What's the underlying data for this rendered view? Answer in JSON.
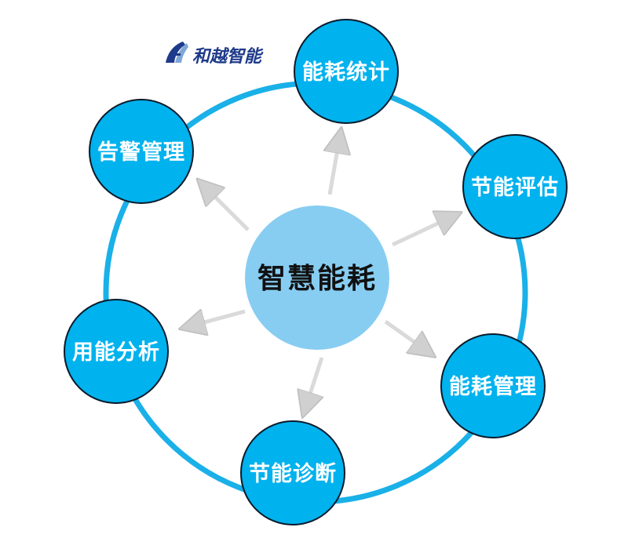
{
  "brand": {
    "name": "和越智能"
  },
  "center": {
    "label": "智慧能耗"
  },
  "nodes": [
    {
      "label": "能耗统计"
    },
    {
      "label": "节能评估"
    },
    {
      "label": "能耗管理"
    },
    {
      "label": "节能诊断"
    },
    {
      "label": "用能分析"
    },
    {
      "label": "告警管理"
    }
  ],
  "colors": {
    "ring": "#1ab0e8",
    "node_fill": "#00b2ee",
    "node_stroke": "#0a1a2a",
    "center_fill": "#87cdf2",
    "arrow": "#d8d8d8",
    "brand": "#1e3a8a"
  }
}
